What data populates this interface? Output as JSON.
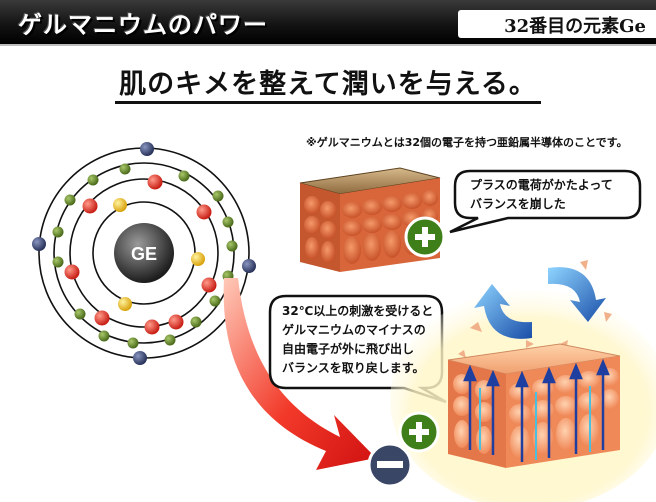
{
  "header": {
    "title": "ゲルマニウムのパワー",
    "subtitle": "32番目の元素Ge"
  },
  "headline": "肌のキメを整えて潤いを与える。",
  "note": "※ゲルマニウムとは32個の電子を持つ亜鉛属半導体のことです。",
  "atom": {
    "nucleus_label": "GE"
  },
  "bubble_top": {
    "lines": [
      "プラスの電荷がかたよって",
      "バランスを崩した"
    ]
  },
  "bubble_mid": {
    "lines": [
      "32℃以上の刺激を受けると",
      "ゲルマニウムのマイナスの",
      "自由電子が外に飛び出し",
      "バランスを取り戻します。"
    ]
  },
  "colors": {
    "header_bg": "#1a1a1a",
    "plus_green": "#3f7f1a",
    "minus_navy": "#3a4666",
    "arrow_red": "#e21d1d",
    "cycle_blue": "#1f5fb8"
  }
}
